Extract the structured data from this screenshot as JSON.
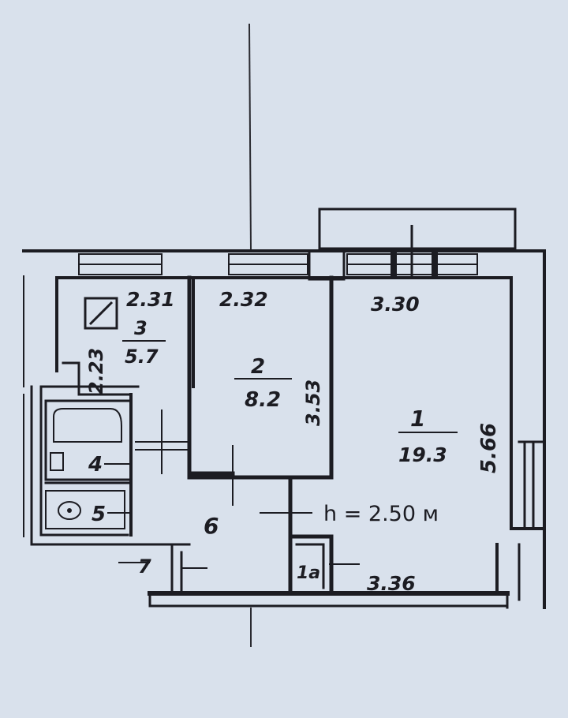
{
  "floor_plan": {
    "ceiling_height": "h = 2.50 м",
    "rooms": [
      {
        "id": "room-1",
        "number": "1",
        "area": "19.3"
      },
      {
        "id": "room-2",
        "number": "2",
        "area": "8.2"
      },
      {
        "id": "room-3",
        "number": "3",
        "area": "5.7"
      },
      {
        "id": "room-4",
        "number": "4"
      },
      {
        "id": "room-5",
        "number": "5"
      },
      {
        "id": "room-6",
        "number": "6"
      },
      {
        "id": "room-7",
        "number": "7"
      },
      {
        "id": "room-1a",
        "number": "1a"
      }
    ],
    "dimensions": {
      "kitchen_width": "2.31",
      "kitchen_depth": "2.23",
      "room2_width": "2.32",
      "room2_depth": "3.53",
      "room1_width_top": "3.30",
      "room1_width_bottom": "3.36",
      "room1_depth": "5.66"
    }
  }
}
